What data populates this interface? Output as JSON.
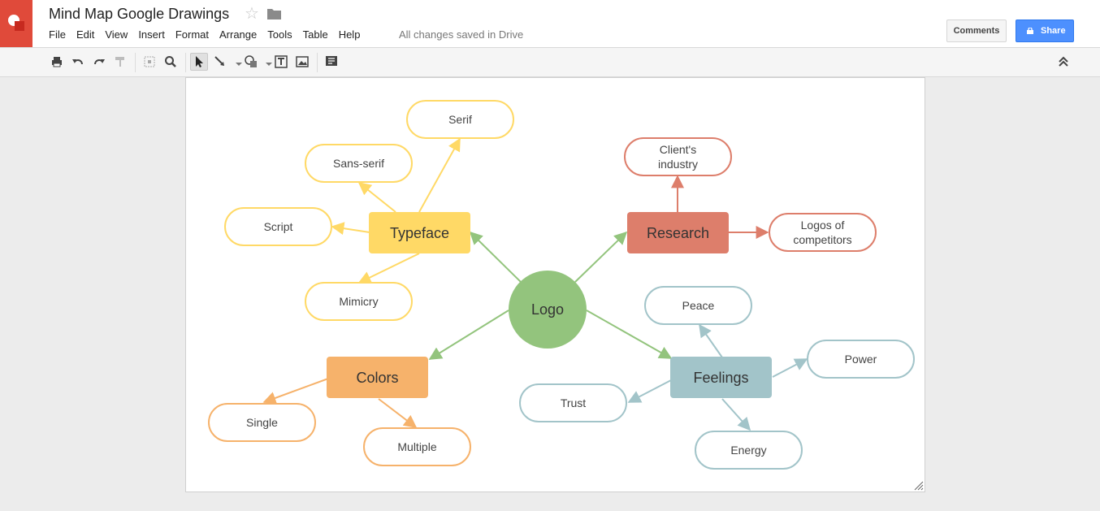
{
  "header": {
    "title": "Mind Map Google Drawings",
    "star_icon": "star-outline-icon",
    "folder_icon": "folder-icon",
    "save_status": "All changes saved in Drive",
    "comments_label": "Comments",
    "share_label": "Share"
  },
  "menu": {
    "items": [
      "File",
      "Edit",
      "View",
      "Insert",
      "Format",
      "Arrange",
      "Tools",
      "Table",
      "Help"
    ]
  },
  "toolbar": {
    "icons": [
      "print-icon",
      "undo-icon",
      "redo-icon",
      "paint-format-icon",
      "zoom-fit-icon",
      "zoom-icon",
      "select-arrow-icon",
      "line-icon",
      "shape-icon",
      "text-box-icon",
      "image-icon",
      "comment-icon",
      "collapse-icon"
    ]
  },
  "colors": {
    "logo": "#93c47d",
    "typeface": "#ffd966",
    "research": "#dd7e6b",
    "colors_branch": "#f6b26b",
    "feelings": "#a2c4c9",
    "share_blue": "#4d90fe"
  },
  "mindmap": {
    "center": "Logo",
    "branches": {
      "typeface": "Typeface",
      "research": "Research",
      "colors": "Colors",
      "feelings": "Feelings"
    },
    "leaves": {
      "serif": "Serif",
      "sans_serif": "Sans-serif",
      "script": "Script",
      "mimicry": "Mimicry",
      "clients_industry": "Client's industry",
      "logos_of_competitors": "Logos of competitors",
      "single": "Single",
      "multiple": "Multiple",
      "peace": "Peace",
      "power": "Power",
      "trust": "Trust",
      "energy": "Energy"
    }
  }
}
